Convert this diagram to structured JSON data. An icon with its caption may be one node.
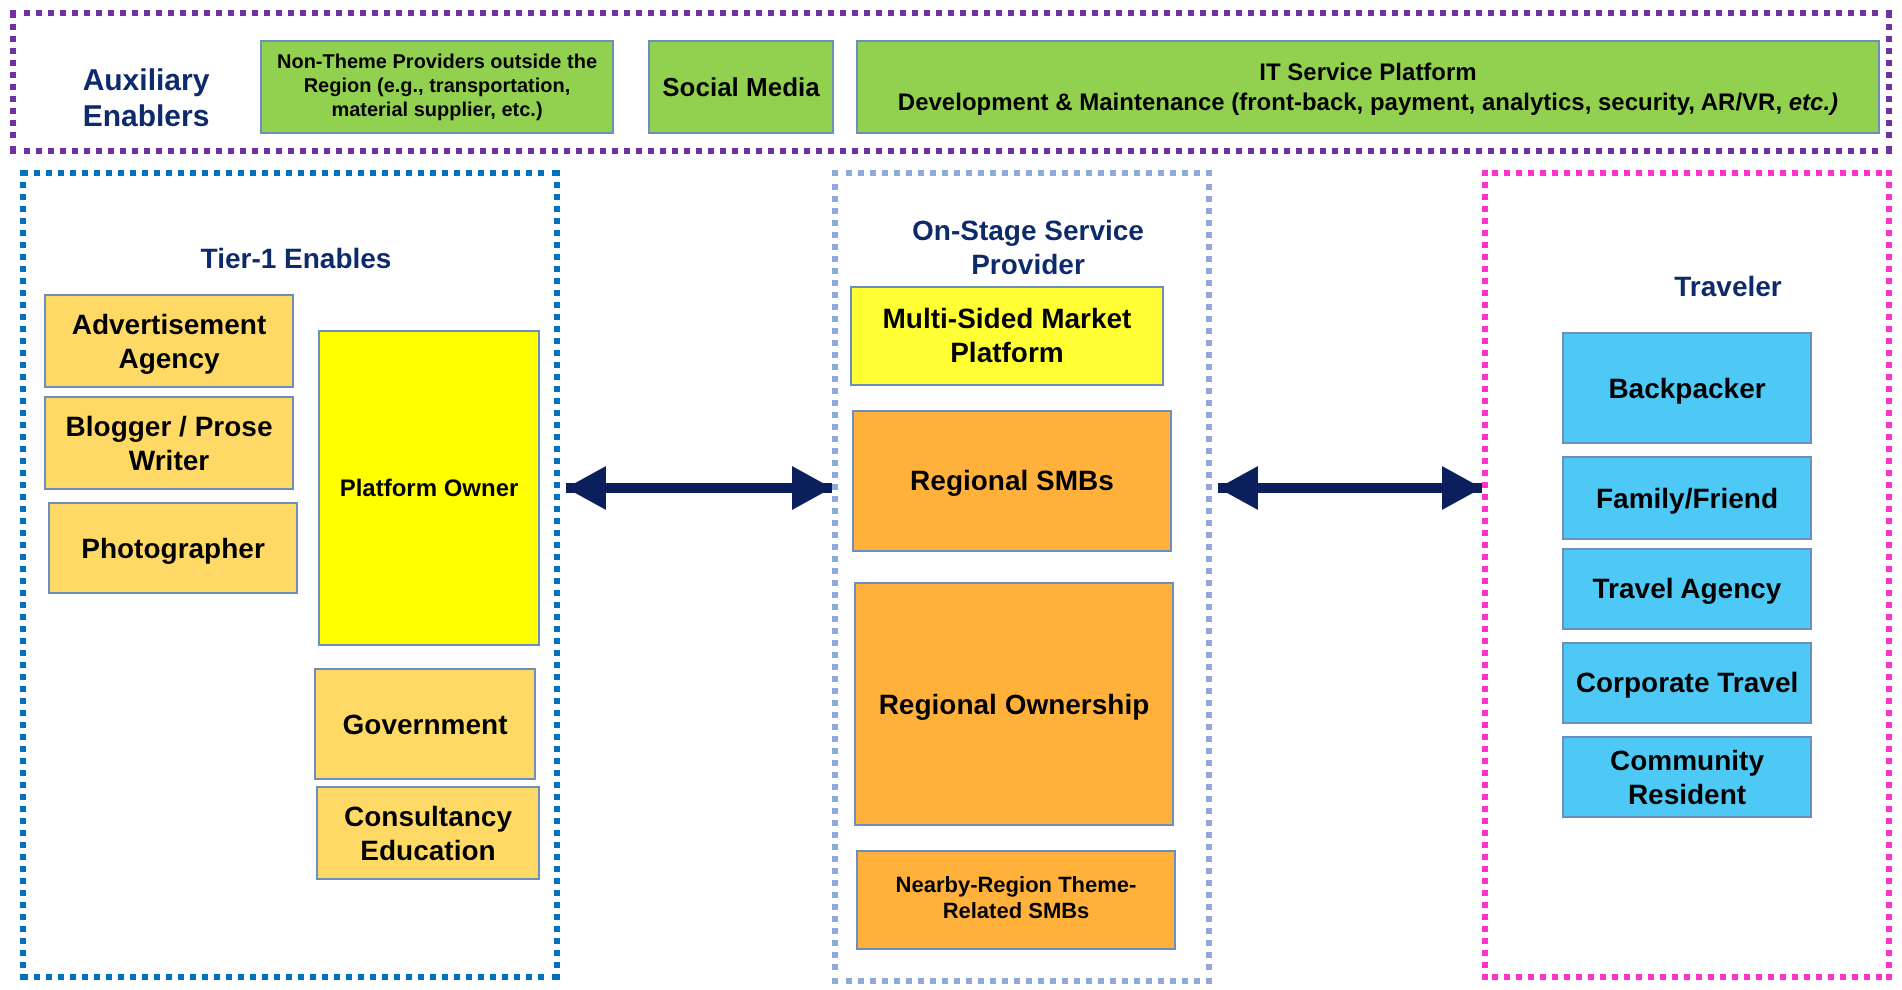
{
  "diagram": {
    "nodes": [
      {
        "text": [
          "Auxiliary Enablers"
        ]
      },
      {
        "text": [
          "Non-Theme Providers outside the Region (e.g., transportation, material supplier, etc.)"
        ],
        "in": 0
      },
      {
        "text": [
          "Social Media"
        ],
        "in": 0
      },
      {
        "text": [
          "IT Service Platform",
          "Development & Maintenance (front-back, payment, analytics, security, AR/VR, *etc.)*"
        ],
        "in": 0
      },
      {
        "text": [
          "Tier-1 Enables"
        ]
      },
      {
        "text": [
          "Advertisement Agency"
        ],
        "in": 4
      },
      {
        "text": [
          "Blogger / Prose Writer"
        ],
        "in": 4
      },
      {
        "text": [
          "Photographer"
        ],
        "in": 4
      },
      {
        "text": [
          "Platform Owner"
        ],
        "in": 4
      },
      {
        "text": [
          "Government"
        ],
        "in": 4
      },
      {
        "text": [
          "Consultancy Education"
        ],
        "in": 4
      },
      {
        "text": [
          "On-Stage Service Provider"
        ]
      },
      {
        "text": [
          "Multi-Sided Market Platform"
        ],
        "in": 11
      },
      {
        "text": [
          "Regional SMBs"
        ],
        "in": 11
      },
      {
        "text": [
          "Regional Ownership"
        ],
        "in": 11
      },
      {
        "text": [
          "Nearby-Region Theme-Related SMBs"
        ],
        "in": 11
      },
      {
        "text": [
          "Traveler"
        ]
      },
      {
        "text": [
          "Backpacker"
        ],
        "in": 16
      },
      {
        "text": [
          "Family/Friend"
        ],
        "in": 16
      },
      {
        "text": [
          "Travel Agency"
        ],
        "in": 16
      },
      {
        "text": [
          "Corporate Travel"
        ],
        "in": 16
      },
      {
        "text": [
          "Community Resident"
        ],
        "in": 16
      }
    ],
    "edges": [
      {
        "from": 4,
        "to": 11,
        "arrow": "both"
      },
      {
        "from": 11,
        "to": 16,
        "arrow": "both"
      }
    ]
  }
}
